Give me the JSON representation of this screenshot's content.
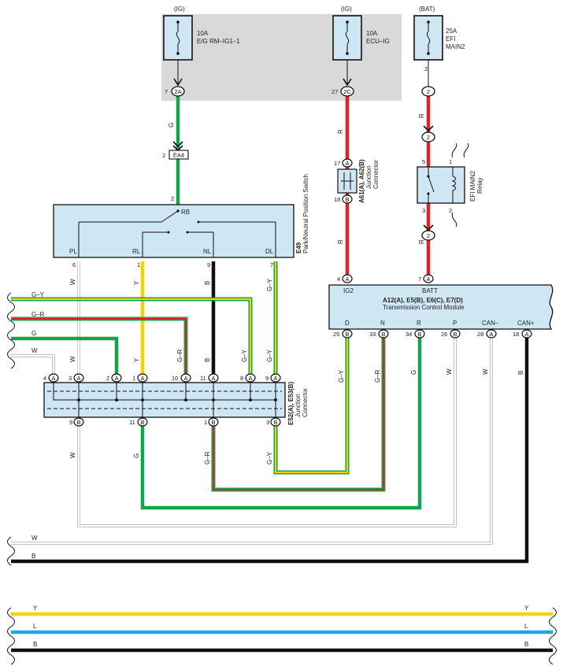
{
  "colors": {
    "green": "#14a54a",
    "red": "#e0202a",
    "yellow": "#f5d500",
    "black": "#111111",
    "blue": "#1ca8e4",
    "gray_panel": "#d9d9d9",
    "component_fill": "#cfe7f3"
  },
  "power_sources": {
    "ig1": "(IG)",
    "ig2": "(IG)",
    "bat": "(BAT)"
  },
  "fuses": {
    "f1_rating": "10A",
    "f1_name": "E/G RM–IG1–1",
    "f2_rating": "10A",
    "f2_name": "ECU–IG",
    "f3_rating": "25A",
    "f3_line2": "EFI",
    "f3_line3": "MAIN2"
  },
  "connectors": {
    "c2a_pin": "7",
    "c2a_label": "2A",
    "c2c_pin": "27",
    "c2c_label": "2C",
    "bat_pin": "2",
    "bat_conn": "2",
    "relay_in": "2",
    "relay_out": "2",
    "ea4_pin": "2",
    "ea4_label": "EA4",
    "sw_in_pin": "2",
    "jc_a_pin": "17",
    "jc_b_pin": "18",
    "relay_pin5": "5",
    "relay_pin1": "1",
    "relay_pin3": "3",
    "relay_pin2": "2",
    "tcm_ig2_pin": "4",
    "tcm_batt_pin": "7"
  },
  "labels": {
    "A": "A",
    "B": "B"
  },
  "junction_a61": {
    "line1": "A61(A), A62(B)",
    "line2": "Junction",
    "line3": "Connector"
  },
  "relay": {
    "line1": "EFI MAIN2",
    "line2": "Relay"
  },
  "switch": {
    "code": "E49",
    "name": "Park/Neutral Position Switch",
    "rb": "RB",
    "terms": [
      "PL",
      "RL",
      "NL",
      "DL"
    ],
    "pins": [
      "6",
      "1",
      "9",
      "7"
    ]
  },
  "tcm": {
    "code": "A12(A), E5(B), E6(C), E7(D)",
    "name": "Transmission Control Module",
    "ig2": "IG2",
    "batt": "BATT",
    "terms": [
      "D",
      "N",
      "R",
      "P",
      "CAN–",
      "CAN+"
    ],
    "pins": [
      "25",
      "33",
      "34",
      "26",
      "28",
      "18"
    ]
  },
  "junction_e52": {
    "line1": "E52(A), E53(B)",
    "line2": "Junction",
    "line3": "Connector",
    "top_pins": [
      "4",
      "3",
      "2",
      "1",
      "10",
      "11",
      "8",
      "9"
    ],
    "bottom_pins": [
      "9",
      "11",
      "1",
      "3"
    ]
  },
  "wire_colors": {
    "G": "G",
    "R": "R",
    "W": "W",
    "Y": "Y",
    "B": "B",
    "GY": "G–Y",
    "GR": "G–R",
    "L": "L"
  }
}
